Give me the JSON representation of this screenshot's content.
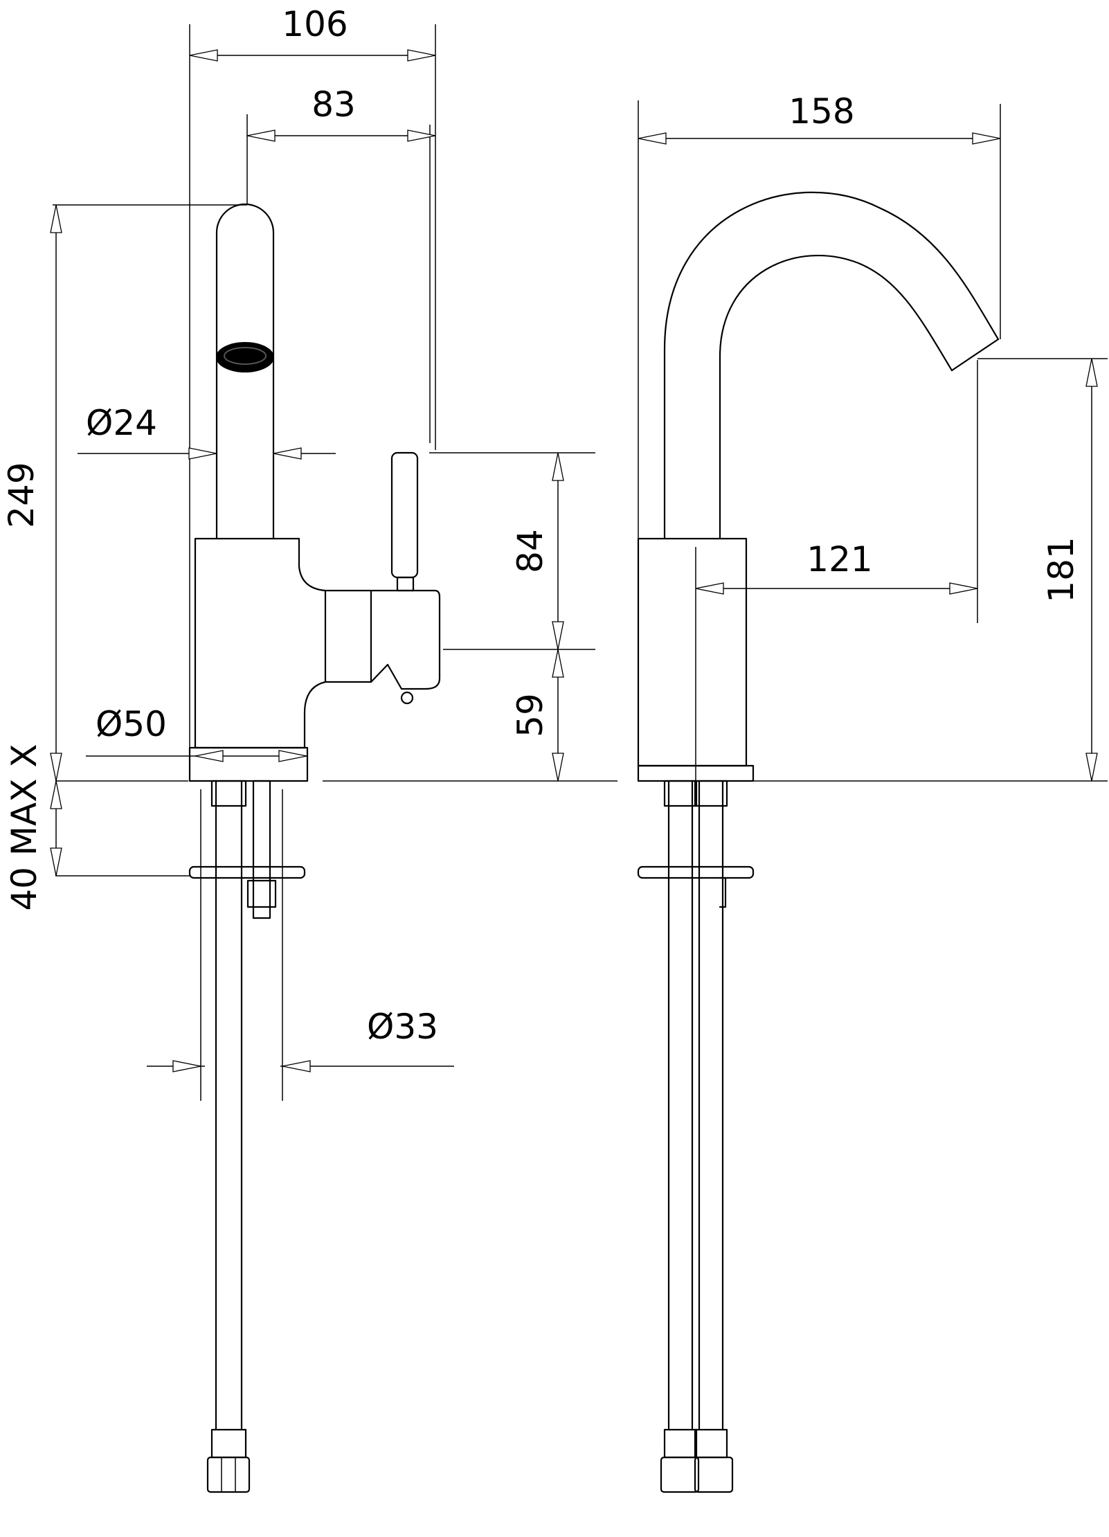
{
  "dimensions": {
    "side_width": "106",
    "side_spout_offset": "83",
    "side_height": "249",
    "spout_diameter": "Ø24",
    "handle_upper": "84",
    "handle_lower": "59",
    "base_diameter": "Ø50",
    "deck_thickness": "40 MAX",
    "deck_thickness_suffix": "X",
    "shank_diameter": "Ø33",
    "front_width": "158",
    "spout_reach": "121",
    "spout_height": "181"
  }
}
